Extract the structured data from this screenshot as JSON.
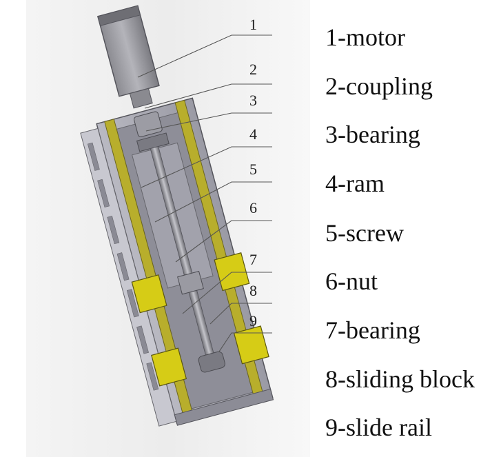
{
  "callouts": [
    "1",
    "2",
    "3",
    "4",
    "5",
    "6",
    "7",
    "8",
    "9"
  ],
  "legend": [
    "1-motor",
    "2-coupling",
    "3-bearing",
    "4-ram",
    "5-screw",
    "6-nut",
    "7-bearing",
    "8-sliding block",
    "9-slide rail"
  ],
  "colors": {
    "housing": "#a9a9b3",
    "rail": "#b8ae2c",
    "slider": "#d6cc16",
    "motor": "#9a9aa0",
    "leader_line": "#555555"
  }
}
